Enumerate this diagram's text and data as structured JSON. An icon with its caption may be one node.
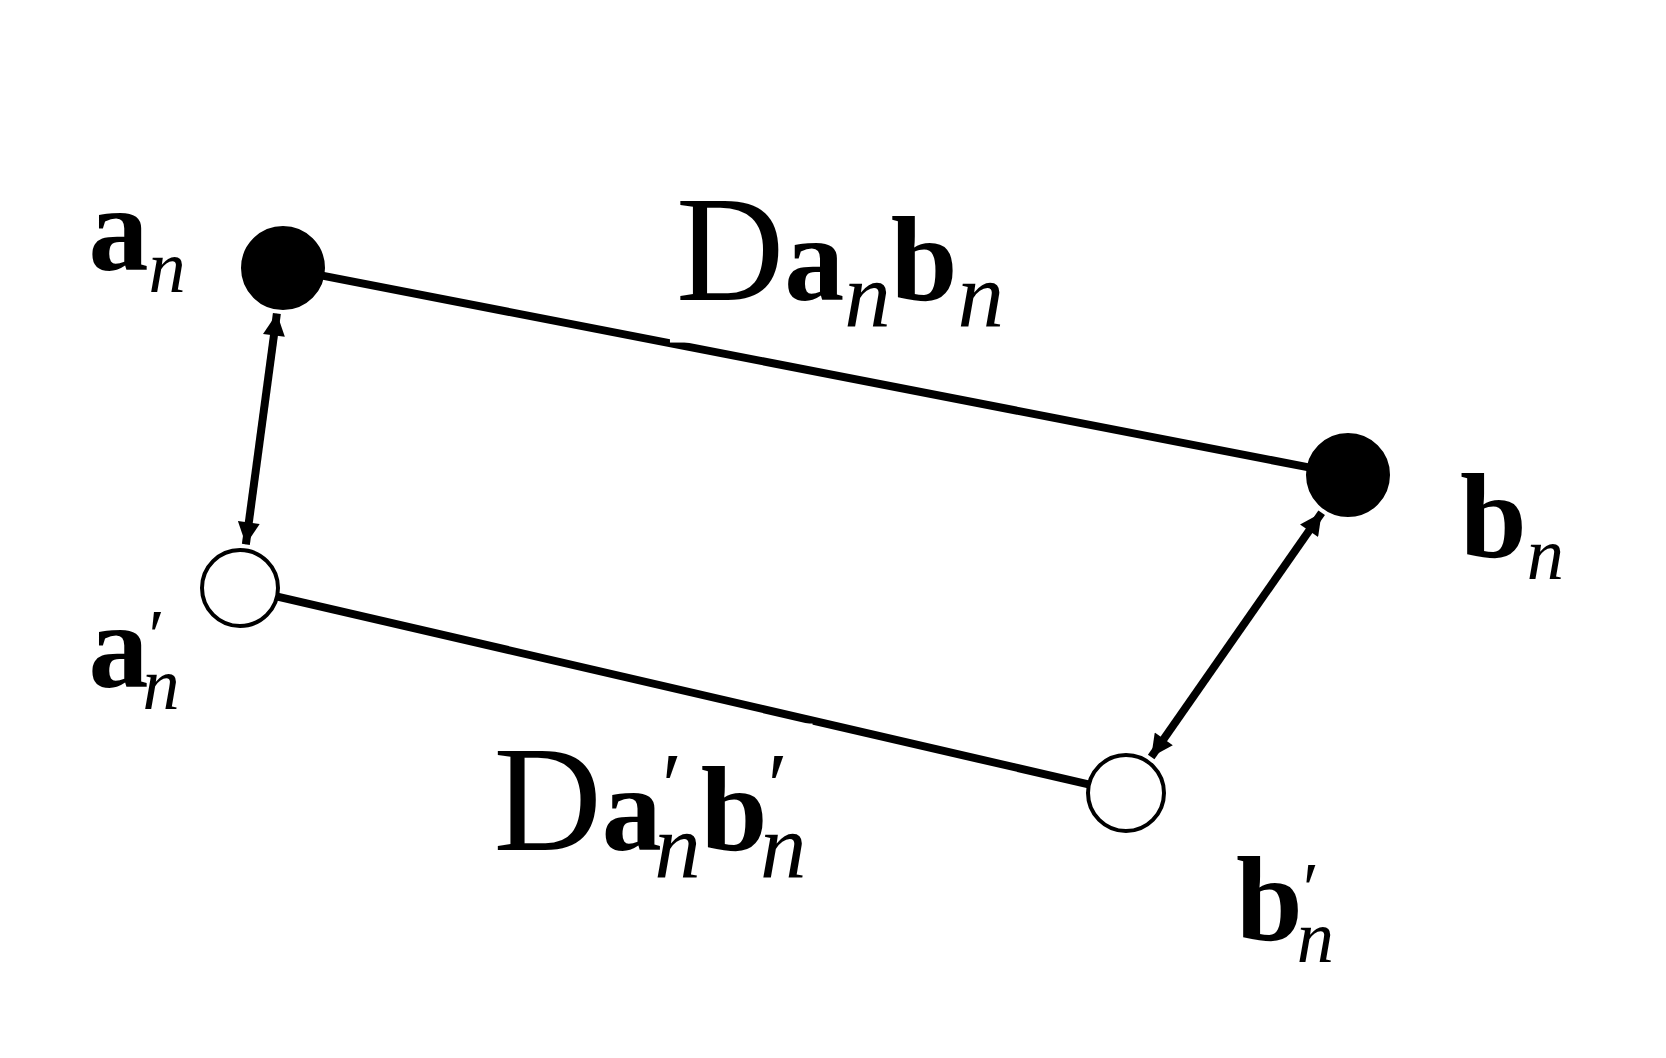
{
  "diagram": {
    "nodes": [
      {
        "text": [],
        "shape": "circle",
        "beside": [
          "**a**$_{n}$"
        ]
      },
      {
        "text": [],
        "shape": "circle",
        "beside": [
          "**b**$_{n}$"
        ]
      },
      {
        "text": [],
        "shape": "circle",
        "beside": [
          "**a**$^{′}$$_{n}$"
        ]
      },
      {
        "text": [],
        "shape": "circle",
        "beside": [
          "**b**$^{′}$$_{n}$"
        ]
      }
    ],
    "edges": [
      {
        "from": 0,
        "to": 1,
        "arrow": "none",
        "label": "D**a**$_{n}$**b**$_{n}$"
      },
      {
        "from": 2,
        "to": 3,
        "arrow": "none",
        "label": "D**a**$^{′}$$_{n}$**b**$^{′}$$_{n}$"
      },
      {
        "from": 0,
        "to": 2,
        "arrow": "both"
      },
      {
        "from": 1,
        "to": 3,
        "arrow": "both"
      }
    ]
  }
}
